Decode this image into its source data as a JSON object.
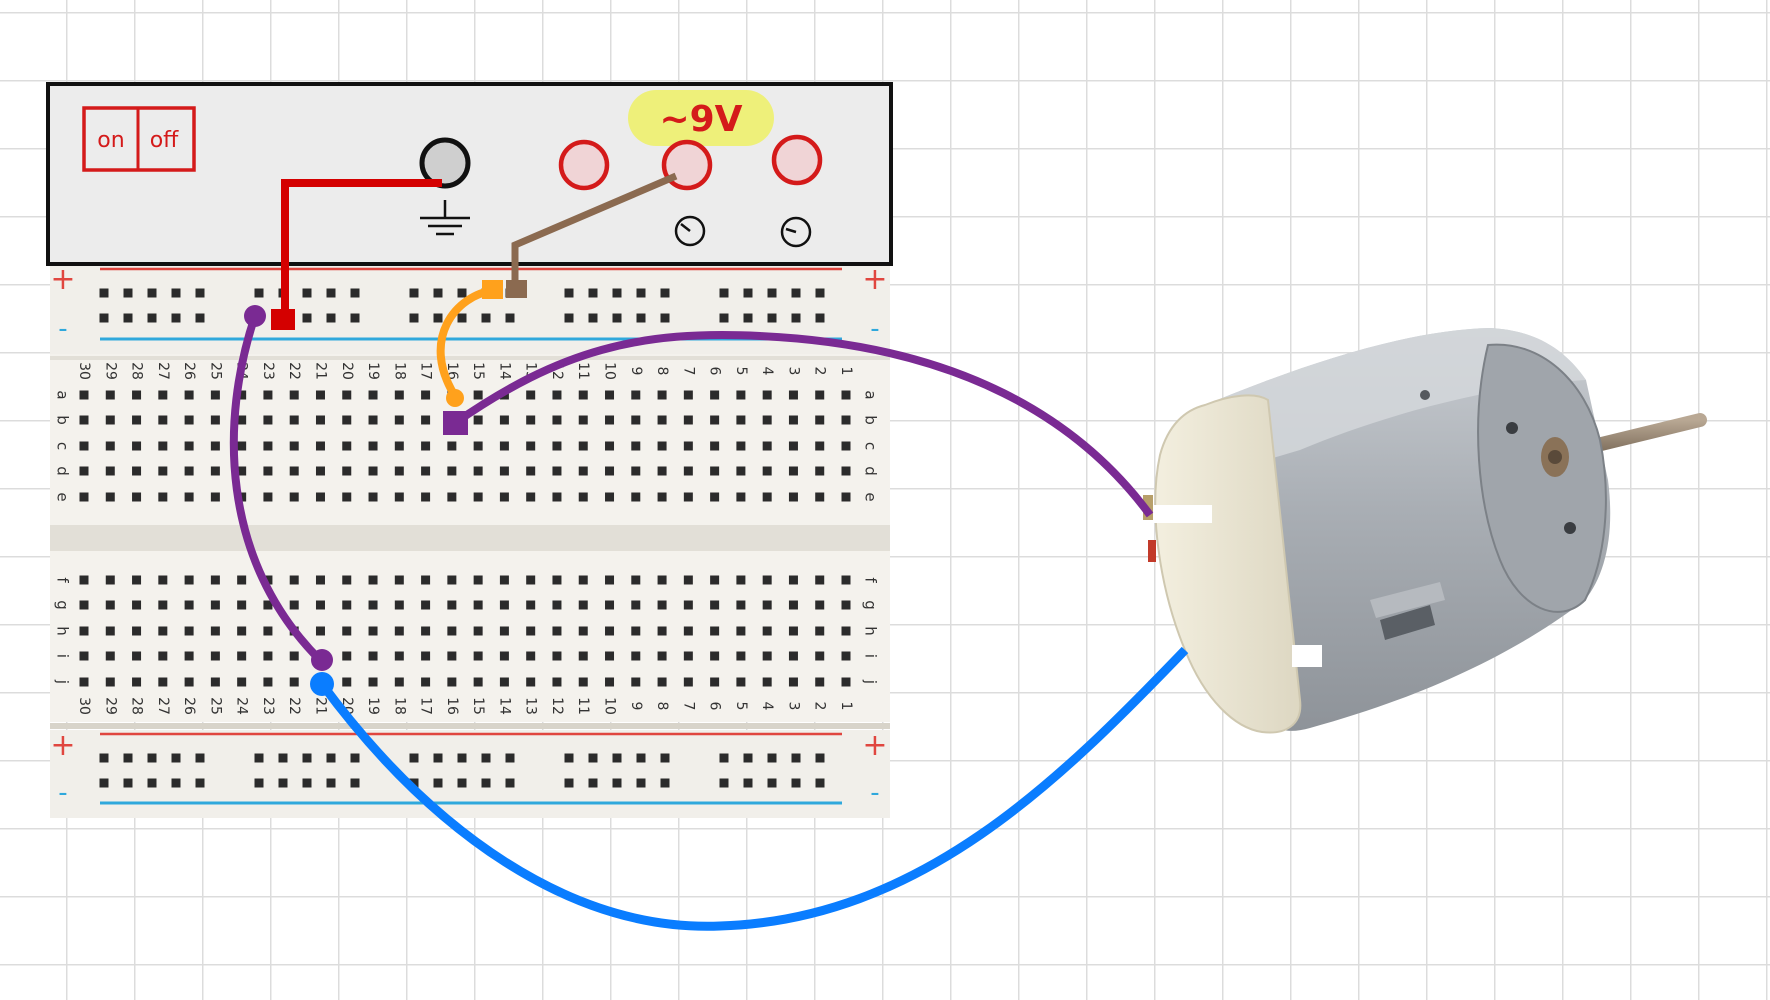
{
  "power_supply": {
    "switch_on": "on",
    "switch_off": "off",
    "voltage_label": "~9V"
  },
  "breadboard": {
    "plus": "+",
    "minus": "-",
    "column_count": 30,
    "rows_top": [
      "a",
      "b",
      "c",
      "d",
      "e"
    ],
    "rows_bottom": [
      "f",
      "g",
      "h",
      "i",
      "j"
    ]
  },
  "colors": {
    "ground_wire": "#d40000",
    "supply_wire": "#8b6a50",
    "jumper_wire": "#ffa11c",
    "motor_lead_1": "#7a2a93",
    "motor_lead_2": "#0a7dff",
    "panel_red": "#d41a1a",
    "highlight": "#eef07a"
  },
  "icons": {
    "ground": "ground-symbol-icon",
    "knob": "knob-icon",
    "motor": "dc-motor-icon"
  }
}
